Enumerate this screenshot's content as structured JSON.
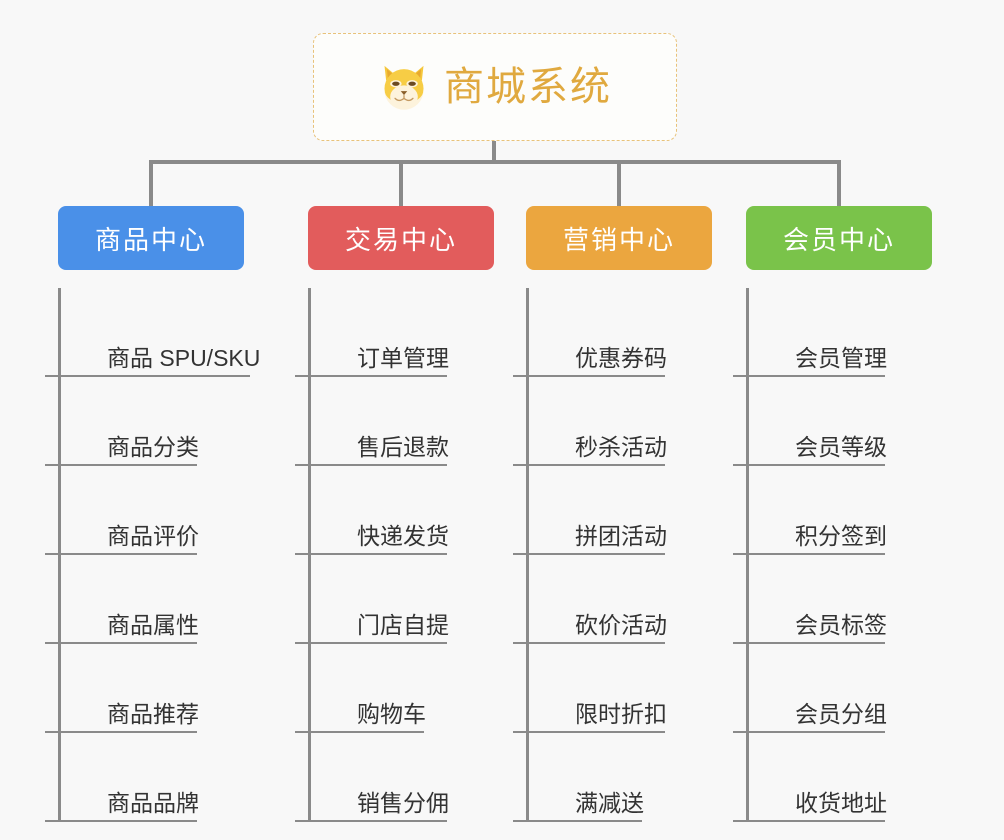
{
  "root": {
    "title": "商城系统",
    "icon": "shiba-dog-face-icon",
    "border_color": "#e8c27a",
    "text_color": "#e0a93f"
  },
  "background_color": "#f8f8f8",
  "connector_color": "#8a8a8a",
  "columns": [
    {
      "header": "商品中心",
      "color": "#4a90e8",
      "items": [
        "商品 SPU/SKU",
        "商品分类",
        "商品评价",
        "商品属性",
        "商品推荐",
        "商品品牌"
      ]
    },
    {
      "header": "交易中心",
      "color": "#e25c5c",
      "items": [
        "订单管理",
        "售后退款",
        "快递发货",
        "门店自提",
        "购物车",
        "销售分佣"
      ]
    },
    {
      "header": "营销中心",
      "color": "#eba63f",
      "items": [
        "优惠券码",
        "秒杀活动",
        "拼团活动",
        "砍价活动",
        "限时折扣",
        "满减送"
      ]
    },
    {
      "header": "会员中心",
      "color": "#7ac34a",
      "items": [
        "会员管理",
        "会员等级",
        "积分签到",
        "会员标签",
        "会员分组",
        "收货地址"
      ]
    }
  ]
}
